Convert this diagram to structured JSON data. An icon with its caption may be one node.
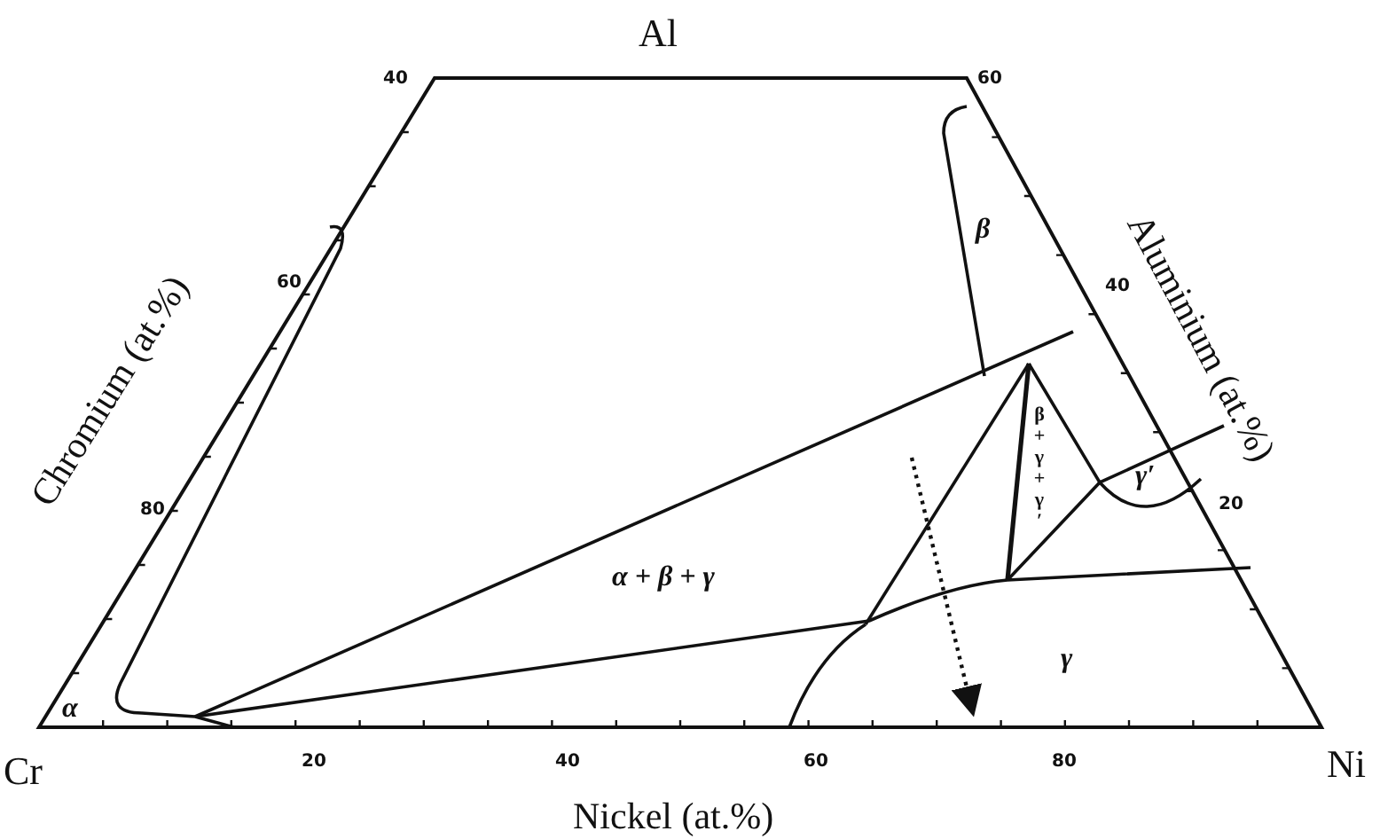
{
  "diagram": {
    "labels": [
      "Al",
      "40",
      "60",
      "β",
      "Aluminium (at.%)",
      "60",
      "Chromium (at.%)",
      "40",
      "β+γ+γ′",
      "γ′",
      "80",
      "20",
      "α + β + γ",
      "γ",
      "α",
      "Cr",
      "20",
      "40",
      "60",
      "80",
      "Ni",
      "Nickel (at.%)"
    ]
  }
}
